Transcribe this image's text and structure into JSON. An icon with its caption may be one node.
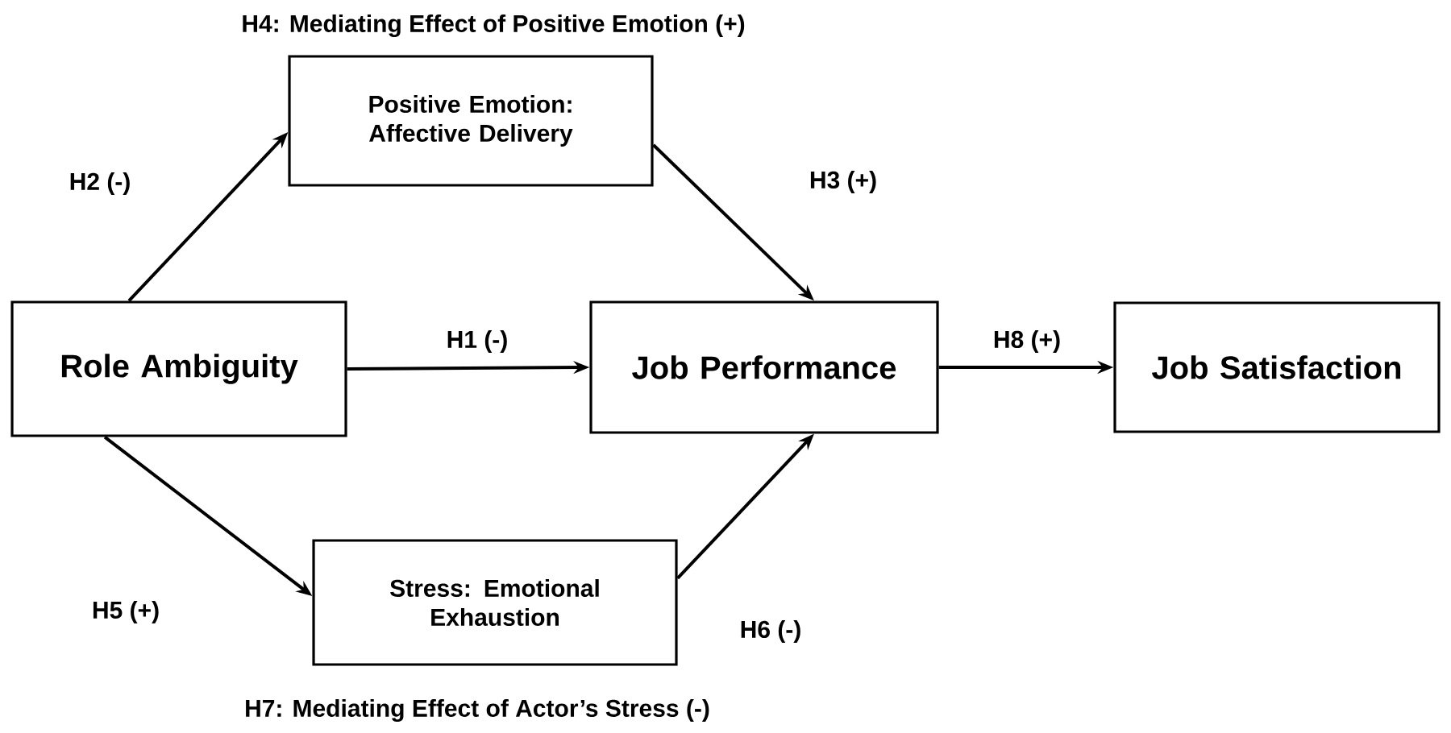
{
  "diagram": {
    "nodes": [
      {
        "text": [
          "Role Ambiguity"
        ]
      },
      {
        "text": [
          "Positive Emotion: Affective Delivery"
        ]
      },
      {
        "text": [
          "Job Performance"
        ]
      },
      {
        "text": [
          "Job Satisfaction"
        ]
      },
      {
        "text": [
          "Stress: Emotional Exhaustion"
        ]
      }
    ],
    "edges": [
      {
        "from": 0,
        "to": 1,
        "arrow": "to",
        "label": "H2 (-)"
      },
      {
        "from": 1,
        "to": 2,
        "arrow": "to",
        "label": "H3 (+)"
      },
      {
        "from": 0,
        "to": 2,
        "arrow": "to",
        "label": "H1 (-)"
      },
      {
        "from": 2,
        "to": 3,
        "arrow": "to",
        "label": "H8 (+)"
      },
      {
        "from": 0,
        "to": 4,
        "arrow": "to",
        "label": "H5 (+)"
      },
      {
        "from": 4,
        "to": 2,
        "arrow": "to",
        "label": "H6 (-)"
      }
    ],
    "labels": [
      "H4: Mediating Effect of Positive Emotion (+)",
      "H7: Mediating Effect of Actor’s Stress (-)"
    ]
  }
}
